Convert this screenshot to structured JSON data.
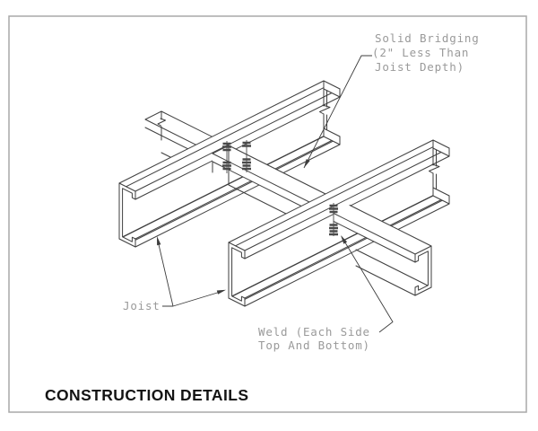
{
  "title": "CONSTRUCTION DETAILS",
  "annotations": {
    "solid_bridging": {
      "line1": "Solid Bridging",
      "line2": "(2\" Less Than",
      "line3": "Joist Depth)"
    },
    "joist": {
      "label": "Joist"
    },
    "weld": {
      "line1": "Weld (Each Side",
      "line2": "Top And Bottom)"
    }
  },
  "colors": {
    "line": "#3d3d3d",
    "annotation_text": "#9a9a9a",
    "border": "#a8a8a8",
    "weld": "#4a4a4a",
    "background": "#ffffff",
    "title_text": "#141414"
  }
}
